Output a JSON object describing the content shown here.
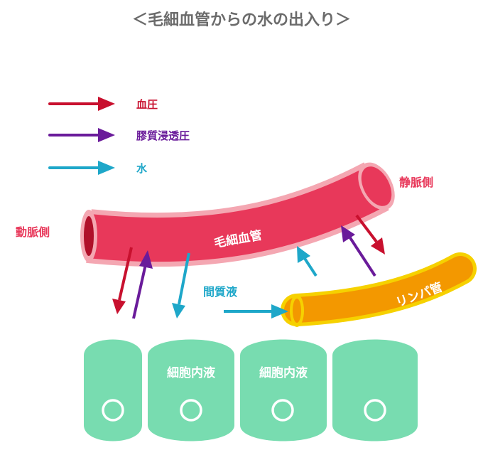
{
  "title": "＜毛細血管からの水の出入り＞",
  "legend": [
    {
      "label": "血圧",
      "color": "#c8102e"
    },
    {
      "label": "膠質浸透圧",
      "color": "#6a1b9a"
    },
    {
      "label": "水",
      "color": "#1ea7c9"
    }
  ],
  "labels": {
    "artery_side": "動脈側",
    "vein_side": "静脈側",
    "capillary": "毛細血管",
    "interstitial_fluid": "間質液",
    "lymph": "リンパ管",
    "cell_fluid_1": "細胞内液",
    "cell_fluid_2": "細胞内液"
  },
  "colors": {
    "capillary_fill": "#e8385a",
    "capillary_outline": "#f4a7b2",
    "lymph_fill": "#f39800",
    "lymph_outline": "#f6d100",
    "cell_fill": "#78dcb0",
    "label_red": "#e8385a",
    "label_blue": "#1ea7c9",
    "title_gray": "#6b6b6b"
  }
}
